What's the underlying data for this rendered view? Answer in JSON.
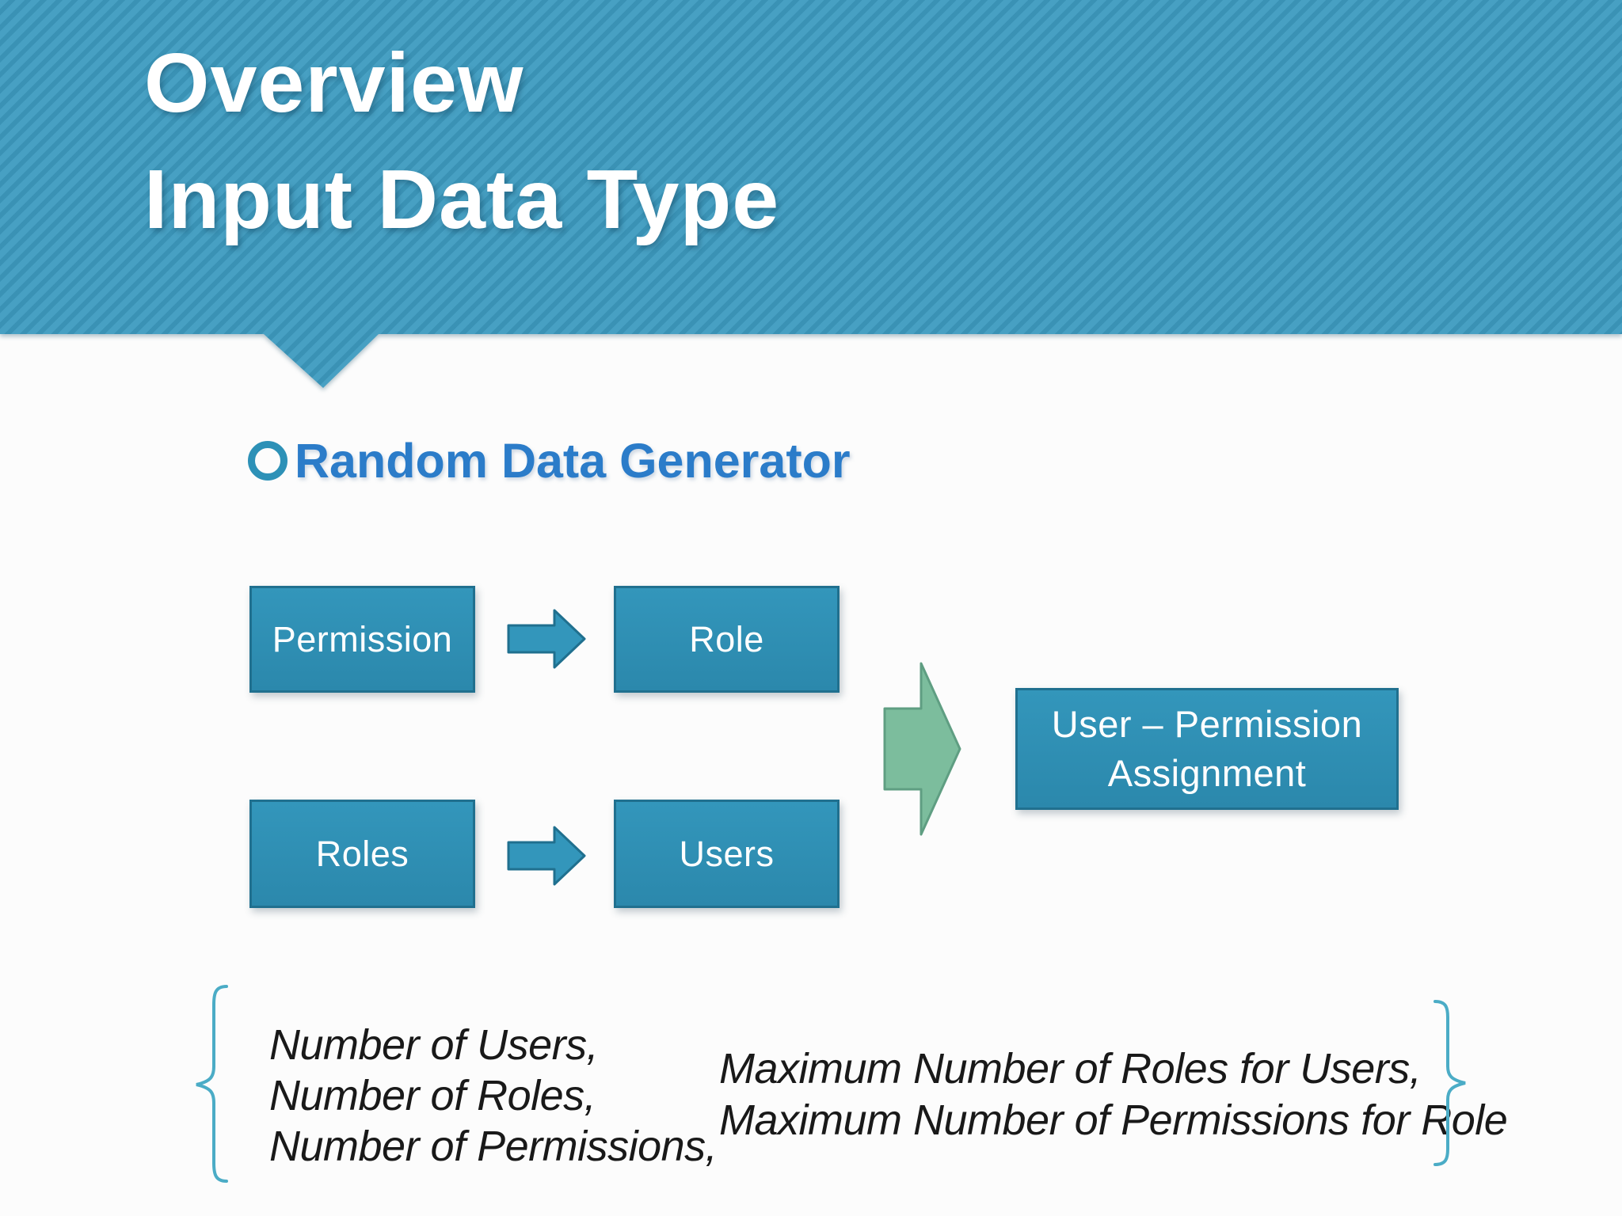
{
  "header": {
    "line1": "Overview",
    "line2": "Input Data Type"
  },
  "bullet": {
    "text": "Random Data Generator"
  },
  "diagram": {
    "row1": {
      "source": "Permission",
      "target": "Role"
    },
    "row2": {
      "source": "Roles",
      "target": "Users"
    },
    "result": {
      "line1": "User – Permission",
      "line2": "Assignment"
    }
  },
  "parameters": {
    "left": [
      "Number of Users,",
      "Number of Roles,",
      "Number of Permissions,"
    ],
    "right": [
      "Maximum Number of Roles for Users,",
      "Maximum Number of Permissions for Role"
    ]
  },
  "icons": {
    "bullet": "circle-outline",
    "flow": "right-arrow",
    "merge": "big-right-arrow",
    "grouping": "curly-brace"
  },
  "colors": {
    "slide_bg": "#fcfcfc",
    "header_stripe_light": "#47a0c3",
    "header_stripe_dark": "#3a92b5",
    "title_text": "#ffffff",
    "accent_text": "#2b7cc9",
    "bullet_ring": "#2d91b7",
    "box_fill_top": "#3396bb",
    "box_fill_bottom": "#2b88ac",
    "box_border": "#20708f",
    "merge_fill": "#7cbd9d",
    "merge_border": "#5f9e82",
    "brace": "#4bacc6",
    "note_text": "#191919"
  }
}
